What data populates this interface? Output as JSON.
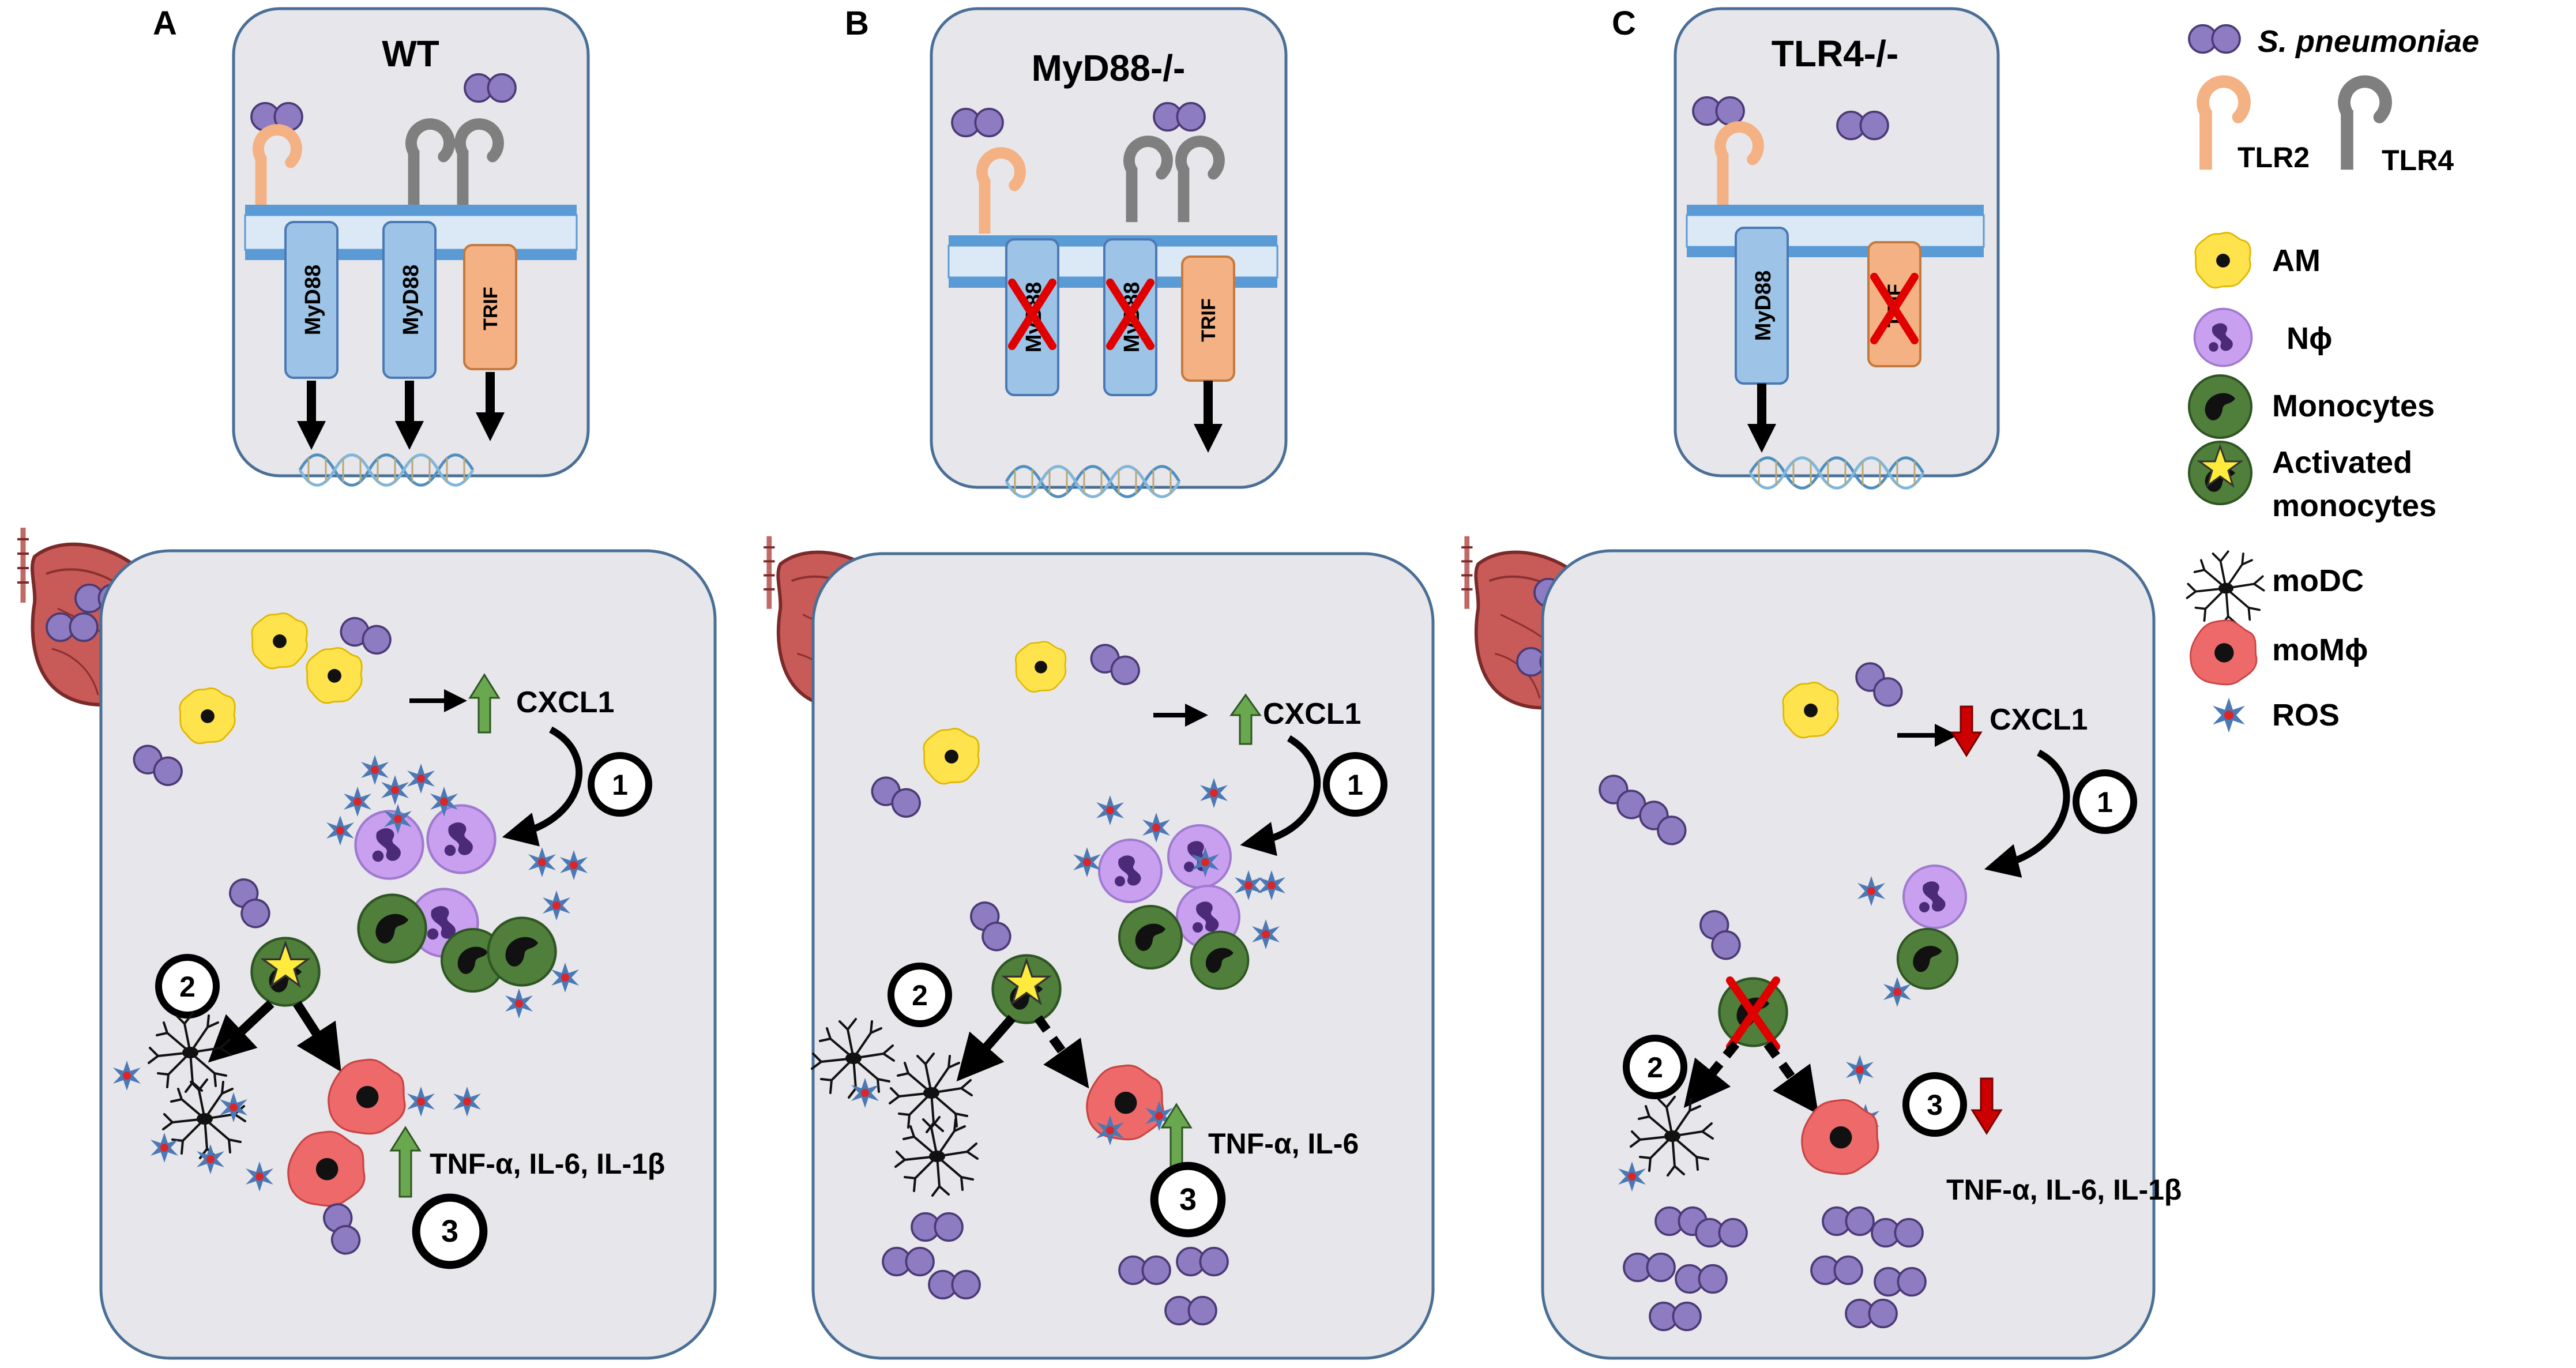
{
  "panels": [
    {
      "letter": "A",
      "title": "WT",
      "receptor_labels": [
        "MyD88",
        "MyD88",
        "TRIF"
      ],
      "knocked_out": [],
      "cxcl1": {
        "label": "CXCL1",
        "direction": "up",
        "color": "#6aa84f"
      },
      "cytokines": {
        "label": "TNF-α, IL-6, IL-1β",
        "direction": "up",
        "color": "#6aa84f"
      },
      "steps": [
        "1",
        "2",
        "3"
      ]
    },
    {
      "letter": "B",
      "title": "MyD88-/-",
      "receptor_labels": [
        "MyD88",
        "MyD88",
        "TRIF"
      ],
      "knocked_out": [
        "MyD88"
      ],
      "cxcl1": {
        "label": "CXCL1",
        "direction": "up",
        "color": "#6aa84f"
      },
      "cytokines": {
        "label": "TNF-α, IL-6",
        "direction": "up",
        "color": "#6aa84f"
      },
      "steps": [
        "1",
        "2",
        "3"
      ]
    },
    {
      "letter": "C",
      "title": "TLR4-/-",
      "receptor_labels": [
        "MyD88",
        "TRIF"
      ],
      "knocked_out": [
        "TRIF"
      ],
      "cxcl1": {
        "label": "CXCL1",
        "direction": "down",
        "color": "#cc0000"
      },
      "cytokines": {
        "label": "TNF-α, IL-6, IL-1β",
        "direction": "down",
        "color": "#cc0000"
      },
      "steps": [
        "1",
        "2",
        "3"
      ]
    }
  ],
  "legend": {
    "pathogen": "S. pneumoniae",
    "tlr2": "TLR2",
    "tlr4": "TLR4",
    "items": [
      {
        "icon": "alveolar-macrophage-icon",
        "label": "AM"
      },
      {
        "icon": "neutrophil-icon",
        "label": "Nϕ"
      },
      {
        "icon": "monocyte-icon",
        "label": "Monocytes"
      },
      {
        "icon": "activated-monocyte-icon",
        "label_line1": "Activated",
        "label_line2": "monocytes"
      },
      {
        "icon": "dendritic-cell-icon",
        "label": "moDC"
      },
      {
        "icon": "macrophage-icon",
        "label": "moMϕ"
      },
      {
        "icon": "ros-icon",
        "label": "ROS"
      }
    ]
  },
  "colors": {
    "panel_fill": "#e7e6ea",
    "panel_stroke": "#4a6f96",
    "membrane": "#5b9bd5",
    "membrane_inner": "#dbe9f6",
    "myd88_fill": "#9dc3e6",
    "trif_fill": "#f4b183",
    "tlr2": "#f4b183",
    "tlr4": "#7f7f7f",
    "bacteria": "#8e7cc3",
    "am": "#ffe34d",
    "neutrophil": "#c9a0f0",
    "monocyte": "#4f7f3a",
    "macrophage": "#ee6a6a",
    "ros": "#4a79b5",
    "knockout": "#e00000"
  }
}
